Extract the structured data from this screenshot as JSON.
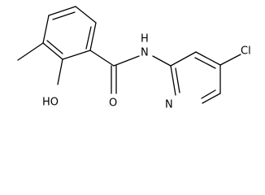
{
  "molecule": {
    "atoms": {
      "hydroxyl": "HO",
      "carbonyl_oxygen": "O",
      "amide_nitrogen": "N",
      "amide_hydrogen": "H",
      "pyridine_nitrogen": "N",
      "chlorine": "Cl"
    },
    "colors": {
      "bond": "#000000",
      "text": "#000000",
      "background": "#ffffff"
    }
  }
}
